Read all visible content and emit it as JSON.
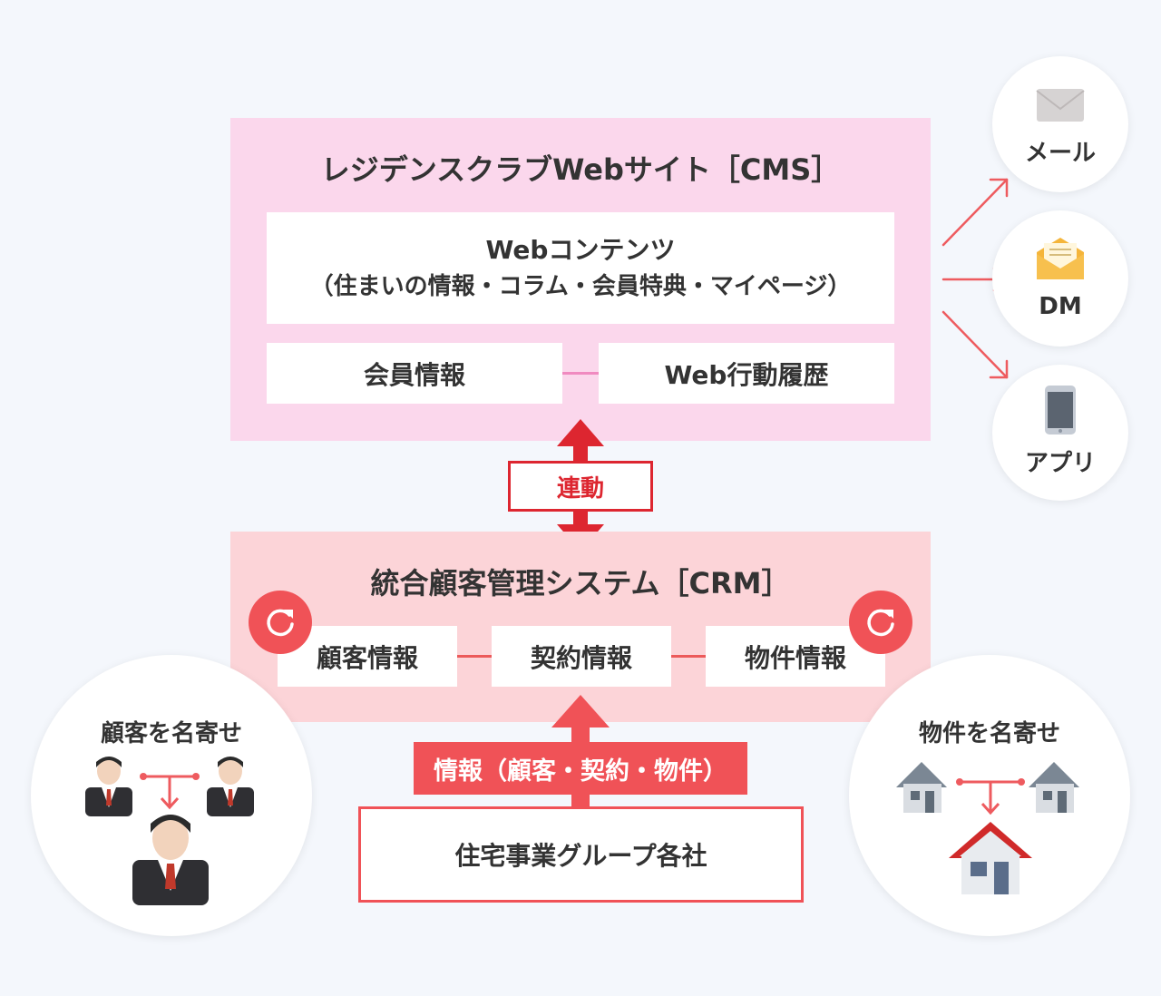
{
  "cms": {
    "title": "レジデンスクラブWebサイト［CMS］",
    "web_contents_line1": "Webコンテンツ",
    "web_contents_line2": "（住まいの情報・コラム・会員特典・マイページ）",
    "member_info": "会員情報",
    "web_history": "Web行動履歴"
  },
  "link_label": "連動",
  "crm": {
    "title": "統合顧客管理システム［CRM］",
    "customer_info": "顧客情報",
    "contract_info": "契約情報",
    "property_info": "物件情報"
  },
  "info_label": "情報（顧客・契約・物件）",
  "source": "住宅事業グループ各社",
  "channels": [
    {
      "label": "メール",
      "icon": "envelope-icon"
    },
    {
      "label": "DM",
      "icon": "open-letter-icon"
    },
    {
      "label": "アプリ",
      "icon": "smartphone-icon"
    }
  ],
  "left_bubble": {
    "label": "顧客を名寄せ",
    "icon": "person-icon"
  },
  "right_bubble": {
    "label": "物件を名寄せ",
    "icon": "house-icon"
  },
  "colors": {
    "background": "#f4f7fc",
    "cms_panel": "#fbd7ec",
    "crm_panel": "#fcd4d8",
    "accent_red": "#f05257",
    "link_red": "#dd2630",
    "connector_pink": "#f08ac0"
  }
}
